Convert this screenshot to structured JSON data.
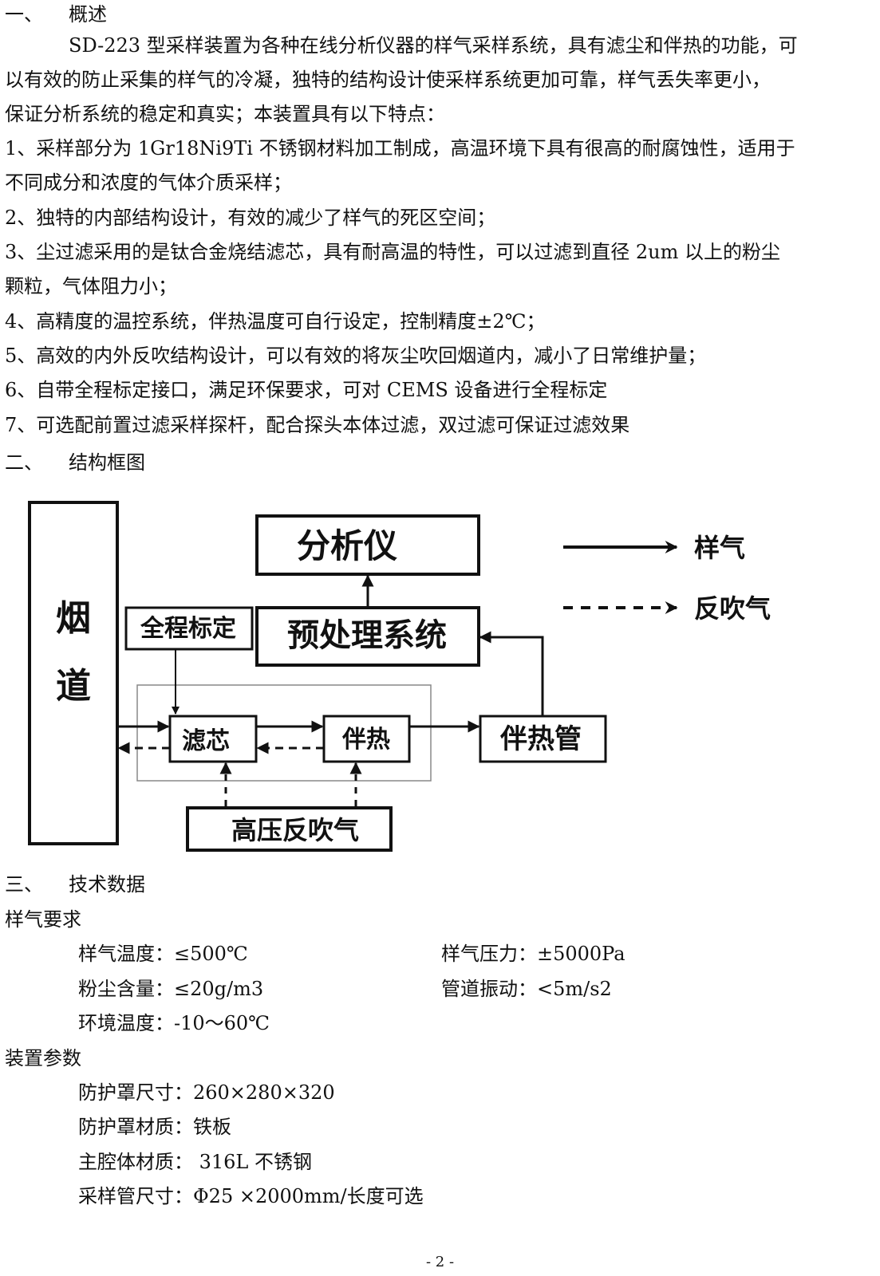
{
  "sections": {
    "overview": {
      "num": "一、",
      "title": "概述"
    },
    "structure": {
      "num": "二、",
      "title": "结构框图"
    },
    "tech": {
      "num": "三、",
      "title": "技术数据"
    }
  },
  "intro": {
    "line1": "SD-223 型采样装置为各种在线分析仪器的样气采样系统，具有滤尘和伴热的功能，可",
    "line2": "以有效的防止采集的样气的冷凝，独特的结构设计使采样系统更加可靠，样气丢失率更小，",
    "line3": "保证分析系统的稳定和真实；本装置具有以下特点："
  },
  "features": {
    "f1a": "1、采样部分为 1Gr18Ni9Ti  不锈钢材料加工制成，高温环境下具有很高的耐腐蚀性，适用于",
    "f1b": "不同成分和浓度的气体介质采样；",
    "f2": "2、独特的内部结构设计，有效的减少了样气的死区空间；",
    "f3a": "3、尘过滤采用的是钛合金烧结滤芯，具有耐高温的特性，可以过滤到直径 2um 以上的粉尘",
    "f3b": "颗粒，气体阻力小；",
    "f4": "4、高精度的温控系统，伴热温度可自行设定，控制精度±2℃；",
    "f5": "5、高效的内外反吹结构设计，可以有效的将灰尘吹回烟道内，减小了日常维护量；",
    "f6": "6、自带全程标定接口，满足环保要求，可对 CEMS 设备进行全程标定",
    "f7": "7、可选配前置过滤采样探杆，配合探头本体过滤，双过滤可保证过滤效果"
  },
  "diagram": {
    "flue_1": "烟",
    "flue_2": "道",
    "analyzer": "分析仪",
    "pretreatment": "预处理系统",
    "full_calibration": "全程标定",
    "filter": "滤芯",
    "heating": "伴热",
    "heated_line": "伴热管",
    "blowback_air": "高压反吹气",
    "legend_sample": "样气",
    "legend_blowback": "反吹气"
  },
  "sample_req": {
    "title": "样气要求",
    "temp": "样气温度：≤500℃",
    "pressure": "样气压力：±5000Pa",
    "dust": "粉尘含量：≤20g/m3",
    "vibration": "管道振动：<5m/s2",
    "ambient": "环境温度：-10～60℃"
  },
  "device_params": {
    "title": "装置参数",
    "cover_size": "防护罩尺寸：260×280×320",
    "cover_material": "防护罩材质：铁板",
    "body_material": "主腔体材质：  316L  不锈钢",
    "tube_size": "采样管尺寸：Φ25  ×2000mm/长度可选"
  },
  "footer": {
    "page": "- 2 -"
  }
}
